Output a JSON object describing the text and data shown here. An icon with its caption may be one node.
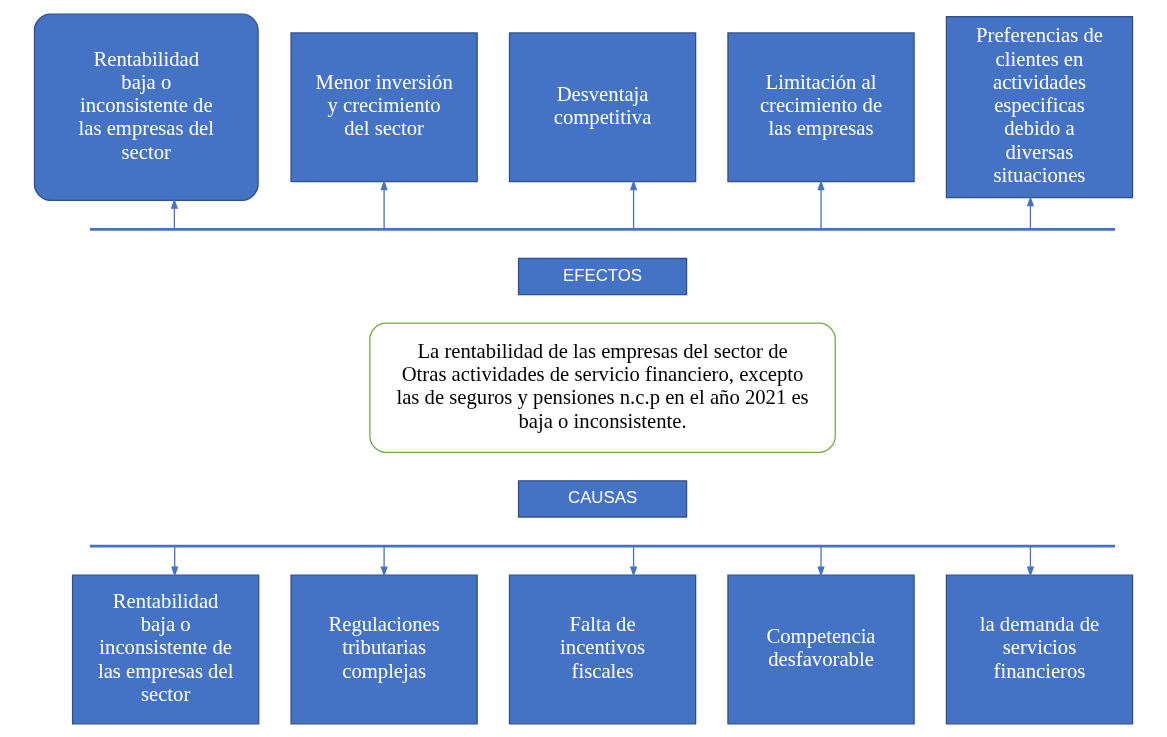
{
  "diagram": {
    "nodes": [
      {
        "text": [
          "Rentabilidad baja o inconsistente de las empresas del sector"
        ]
      },
      {
        "text": [
          "Menor inversión y crecimiento del sector"
        ]
      },
      {
        "text": [
          "Desventaja competitiva"
        ]
      },
      {
        "text": [
          "Limitación al crecimiento de las empresas"
        ]
      },
      {
        "text": [
          "Preferencias de clientes en actividades especificas debido a diversas situaciones"
        ]
      },
      {
        "text": [],
        "shape": "bar"
      },
      {
        "text": [
          "EFECTOS"
        ]
      },
      {
        "text": [
          "La rentabilidad de las empresas del sector de Otras actividades de servicio financiero, excepto las de seguros y pensiones n.c.p en el año 2021 es baja o inconsistente."
        ]
      },
      {
        "text": [
          "CAUSAS"
        ]
      },
      {
        "text": [],
        "shape": "bar"
      },
      {
        "text": [
          "Rentabilidad baja o inconsistente de las empresas del sector"
        ]
      },
      {
        "text": [
          "Regulaciones tributarias complejas"
        ]
      },
      {
        "text": [
          "Falta de incentivos fiscales"
        ]
      },
      {
        "text": [
          "Competencia desfavorable"
        ]
      },
      {
        "text": [
          "la demanda de servicios financieros"
        ]
      }
    ],
    "edges": [
      {
        "from": 5,
        "to": 0,
        "arrow": "to"
      },
      {
        "from": 5,
        "to": 1,
        "arrow": "to"
      },
      {
        "from": 5,
        "to": 2,
        "arrow": "to"
      },
      {
        "from": 5,
        "to": 3,
        "arrow": "to"
      },
      {
        "from": 5,
        "to": 4,
        "arrow": "to"
      },
      {
        "from": 9,
        "to": 10,
        "arrow": "to"
      },
      {
        "from": 9,
        "to": 11,
        "arrow": "to"
      },
      {
        "from": 9,
        "to": 12,
        "arrow": "to"
      },
      {
        "from": 9,
        "to": 13,
        "arrow": "to"
      },
      {
        "from": 9,
        "to": 14,
        "arrow": "to"
      }
    ]
  }
}
